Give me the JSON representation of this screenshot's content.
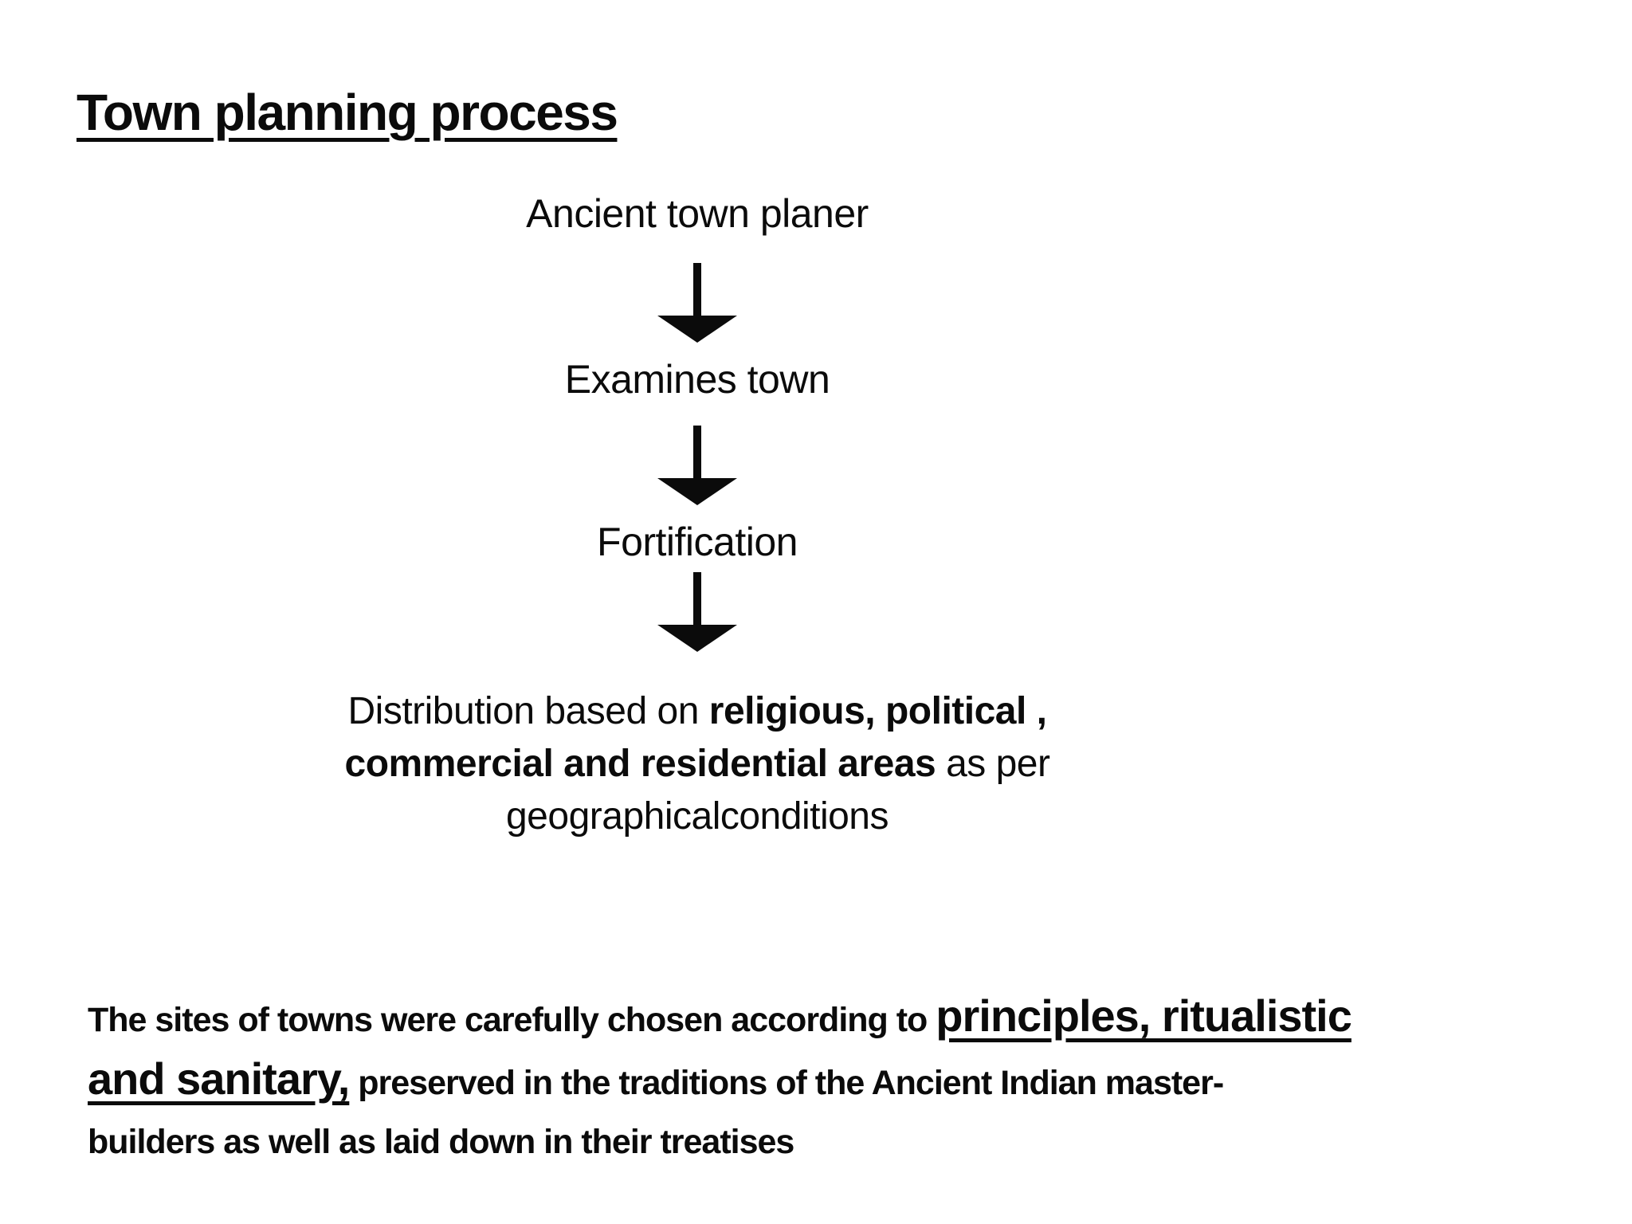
{
  "slide": {
    "title": "Town planning process",
    "flowchart": {
      "connector_icon": "down-arrow",
      "steps": [
        "Ancient town planer",
        "Examines town",
        "Fortification"
      ],
      "result_lines": [
        {
          "normal_before": "Distribution based on ",
          "bold": "religious, political ,",
          "normal_after": ""
        },
        {
          "normal_before": "",
          "bold": "commercial and residential areas",
          "normal_after": " as per"
        },
        {
          "normal_before": "geographicalconditions",
          "bold": "",
          "normal_after": ""
        }
      ]
    },
    "paragraph": {
      "lines": [
        {
          "normal": "The sites of towns were carefully chosen according to ",
          "big": "principles, ritualistic"
        },
        {
          "big": "and sanitary,",
          "normal": " preserved in the traditions of the Ancient Indian master-"
        },
        {
          "normal": "builders as well as laid down in their treatises",
          "big": ""
        }
      ]
    },
    "colors": {
      "text": "#0b0b0b",
      "background": "#ffffff"
    }
  }
}
